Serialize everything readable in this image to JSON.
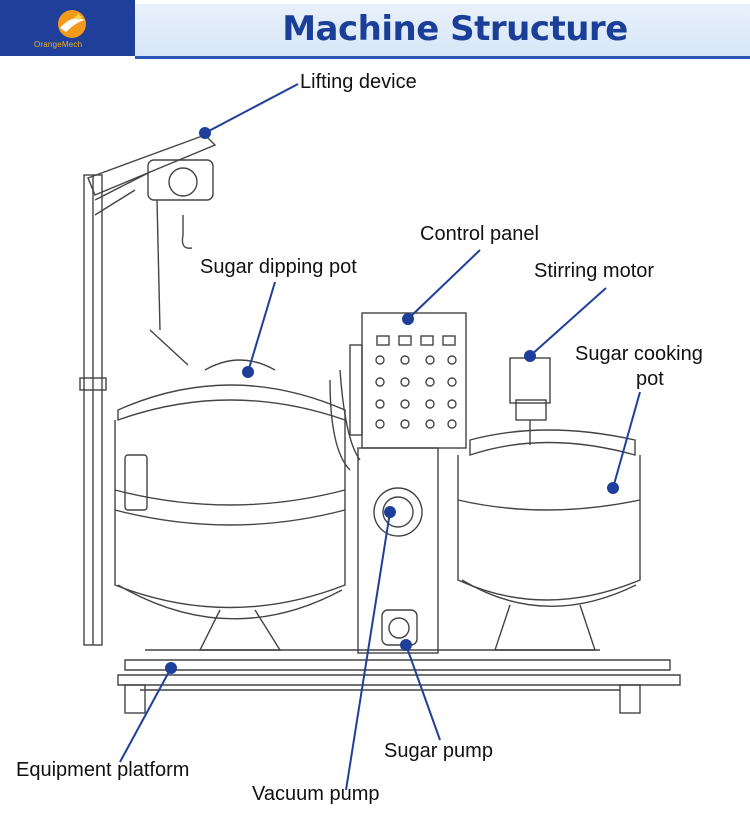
{
  "header": {
    "logo_text": "OrangeMech",
    "title": "Machine Structure"
  },
  "labels": {
    "lifting_device": "Lifting device",
    "control_panel": "Control panel",
    "sugar_dipping_pot": "Sugar dipping pot",
    "stirring_motor": "Stirring motor",
    "sugar_cooking_pot_line1": "Sugar cooking",
    "sugar_cooking_pot_line2": "pot",
    "sugar_pump": "Sugar pump",
    "equipment_platform": "Equipment platform",
    "vacuum_pump": "Vacuum pump"
  },
  "colors": {
    "brand_blue": "#1b3f98",
    "leader_blue": "#1f3f9a",
    "logo_orange": "#f3b21b"
  }
}
